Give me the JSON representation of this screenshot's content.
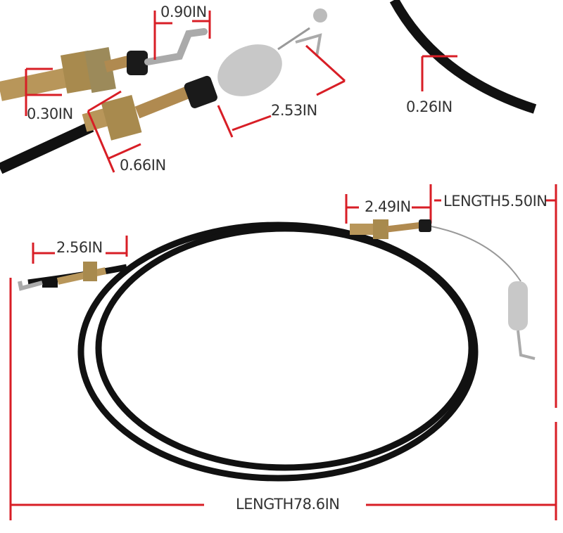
{
  "colors": {
    "dimension_line": "#d81e26",
    "cable": "#111111",
    "label_text": "#333333",
    "spring": "#c8c8c8",
    "brass": "#b8965a"
  },
  "labels": {
    "hook_width": "0.90IN",
    "thread_diameter": "0.30IN",
    "spring_length": "2.53IN",
    "nut_width": "0.66IN",
    "cable_diameter": "0.26IN",
    "right_thread_length": "2.49IN",
    "inner_wire_length": "LENGTH5.50IN",
    "left_thread_length": "2.56IN",
    "total_length": "LENGTH78.6IN"
  }
}
